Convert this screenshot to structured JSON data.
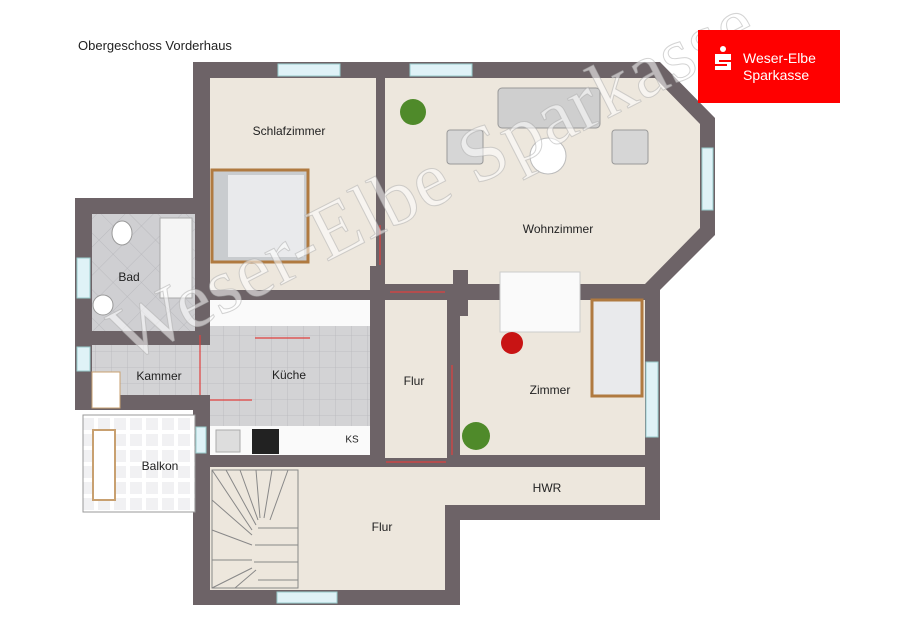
{
  "title": "Obergeschoss Vorderhaus",
  "logo": {
    "line1": "Weser-Elbe",
    "line2": "Sparkasse",
    "color": "#ff0000"
  },
  "watermark": "Weser-Elbe Sparkasse",
  "rooms": {
    "schlafzimmer": "Schlafzimmer",
    "wohnzimmer": "Wohnzimmer",
    "bad": "Bad",
    "kammer": "Kammer",
    "kueche": "Küche",
    "flur_mid": "Flur",
    "zimmer": "Zimmer",
    "balkon": "Balkon",
    "hwr": "HWR",
    "flur_bottom": "Flur",
    "ks": "KS"
  },
  "colors": {
    "wall": "#6d6367",
    "floor": "#ede7dd",
    "tile": "#d3d3d5",
    "door": "#e0403f"
  }
}
